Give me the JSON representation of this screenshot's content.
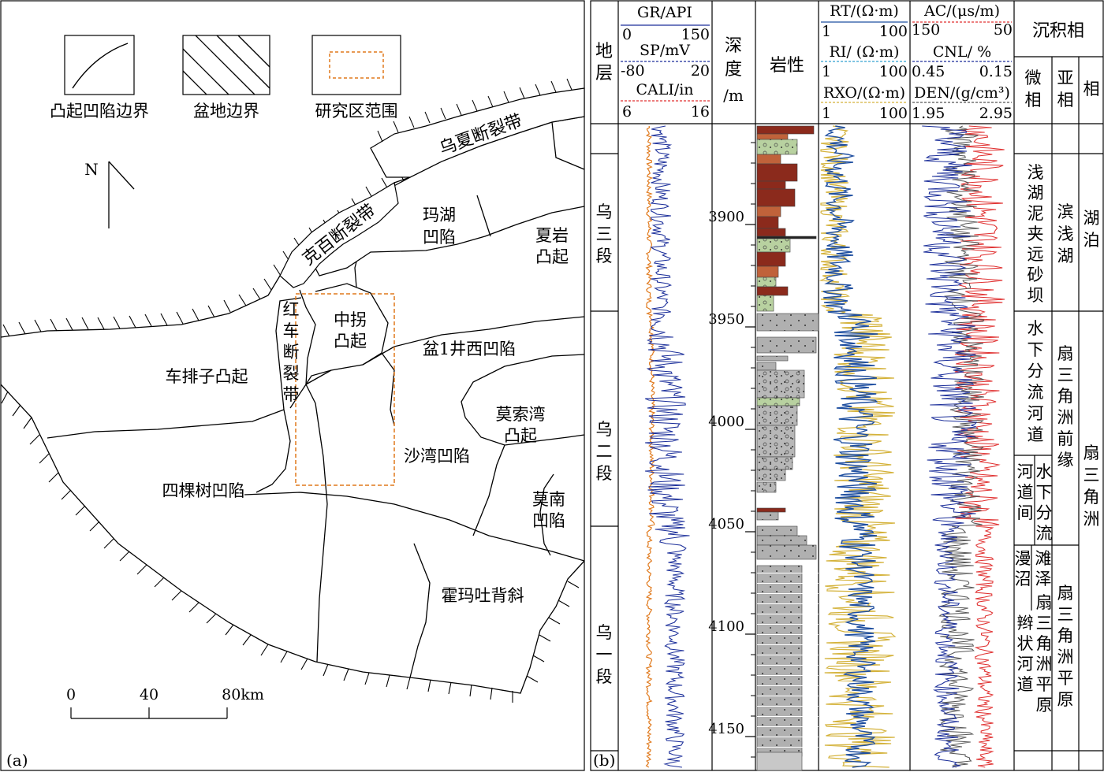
{
  "panel_a": {
    "label": "(a)",
    "legend": {
      "uplift_boundary": "凸起凹陷边界",
      "basin_boundary": "盆地边界",
      "study_area": "研究区范围"
    },
    "north": "N",
    "regions": {
      "wuxia": "乌夏断裂带",
      "kebai": "克百断裂带",
      "mahu": [
        "玛湖",
        "凹陷"
      ],
      "xiayan": [
        "夏岩",
        "凸起"
      ],
      "hongche": [
        "红",
        "车",
        "断",
        "裂",
        "带"
      ],
      "zhongguai": [
        "中拐",
        "凸起"
      ],
      "pen1": "盆1井西凹陷",
      "chepaizi": "车排子凸起",
      "mosuowan": [
        "莫索湾",
        "凸起"
      ],
      "shawan": "沙湾凹陷",
      "sikeshu": "四棵树凹陷",
      "monan": [
        "莫南",
        "凹陷"
      ],
      "huoma": "霍玛吐背斜"
    },
    "scale": {
      "t0": "0",
      "t1": "40",
      "t2": "80km"
    }
  },
  "panel_b": {
    "label": "(b)",
    "headers": {
      "strata": [
        "地",
        "层"
      ],
      "depth": [
        "深",
        "度",
        "/m"
      ],
      "lith": "岩性",
      "sed_facies": "沉积相",
      "micro": [
        "微",
        "相"
      ],
      "sub": [
        "亚",
        "相"
      ],
      "facies": "相"
    },
    "curves": {
      "gr": {
        "name": "GR/API",
        "min": "0",
        "max": "150",
        "color": "#1c2f9a"
      },
      "sp": {
        "name": "SP/mV",
        "min": "-80",
        "max": "20",
        "color": "#1c2f9a"
      },
      "cali": {
        "name": "CALI/in",
        "min": "6",
        "max": "16",
        "color": "#e0791c"
      },
      "rt": {
        "name": "RT/(Ω·m)",
        "min": "1",
        "max": "100",
        "color": "#1f4fa0"
      },
      "ri": {
        "name": "RI/ (Ω·m)",
        "min": "1",
        "max": "100",
        "color": "#33a0d0"
      },
      "rxo": {
        "name": "RXO/(Ω·m)",
        "min": "1",
        "max": "100",
        "color": "#d4b23a"
      },
      "ac": {
        "name": "AC/(μs/m)",
        "min": "150",
        "max": "50",
        "color": "#e03030"
      },
      "cnl": {
        "name": "CNL/ %",
        "min": "0.45",
        "max": "0.15",
        "color": "#1c2f9a"
      },
      "den": {
        "name": "DEN/(g/cm³)",
        "min": "1.95",
        "max": "2.95",
        "color": "#555555"
      }
    },
    "strata_units": {
      "wu3": [
        "乌",
        "三",
        "段"
      ],
      "wu2": [
        "乌",
        "二",
        "段"
      ],
      "wu1": [
        "乌",
        "一",
        "段"
      ]
    },
    "depth_ticks": [
      "3900",
      "3950",
      "4000",
      "4050",
      "4100",
      "4150"
    ],
    "facies_text": {
      "micro1": [
        "浅",
        "湖",
        "泥",
        "夹",
        "远",
        "砂",
        "坝"
      ],
      "micro2": [
        "水",
        "下",
        "分",
        "流",
        "河",
        "道"
      ],
      "micro3a": [
        "河",
        "道",
        "间"
      ],
      "micro3b": [
        "水",
        "下",
        "分",
        "流"
      ],
      "micro4a": [
        "漫",
        "沼"
      ],
      "micro4b": [
        "滩",
        "泽"
      ],
      "micro5": [
        "辫",
        "状",
        "河",
        "道"
      ],
      "micro6": [
        "扇",
        "三",
        "角",
        "洲",
        "平",
        "原"
      ],
      "sub1": [
        "滨",
        "浅",
        "湖"
      ],
      "sub2": [
        "扇",
        "三",
        "角",
        "洲",
        "前",
        "缘"
      ],
      "sub3": [
        "扇",
        "三",
        "角",
        "洲",
        "平",
        "原"
      ],
      "fac1": [
        "湖",
        "泊"
      ],
      "fac2": [
        "扇",
        "三",
        "角",
        "洲"
      ]
    }
  }
}
